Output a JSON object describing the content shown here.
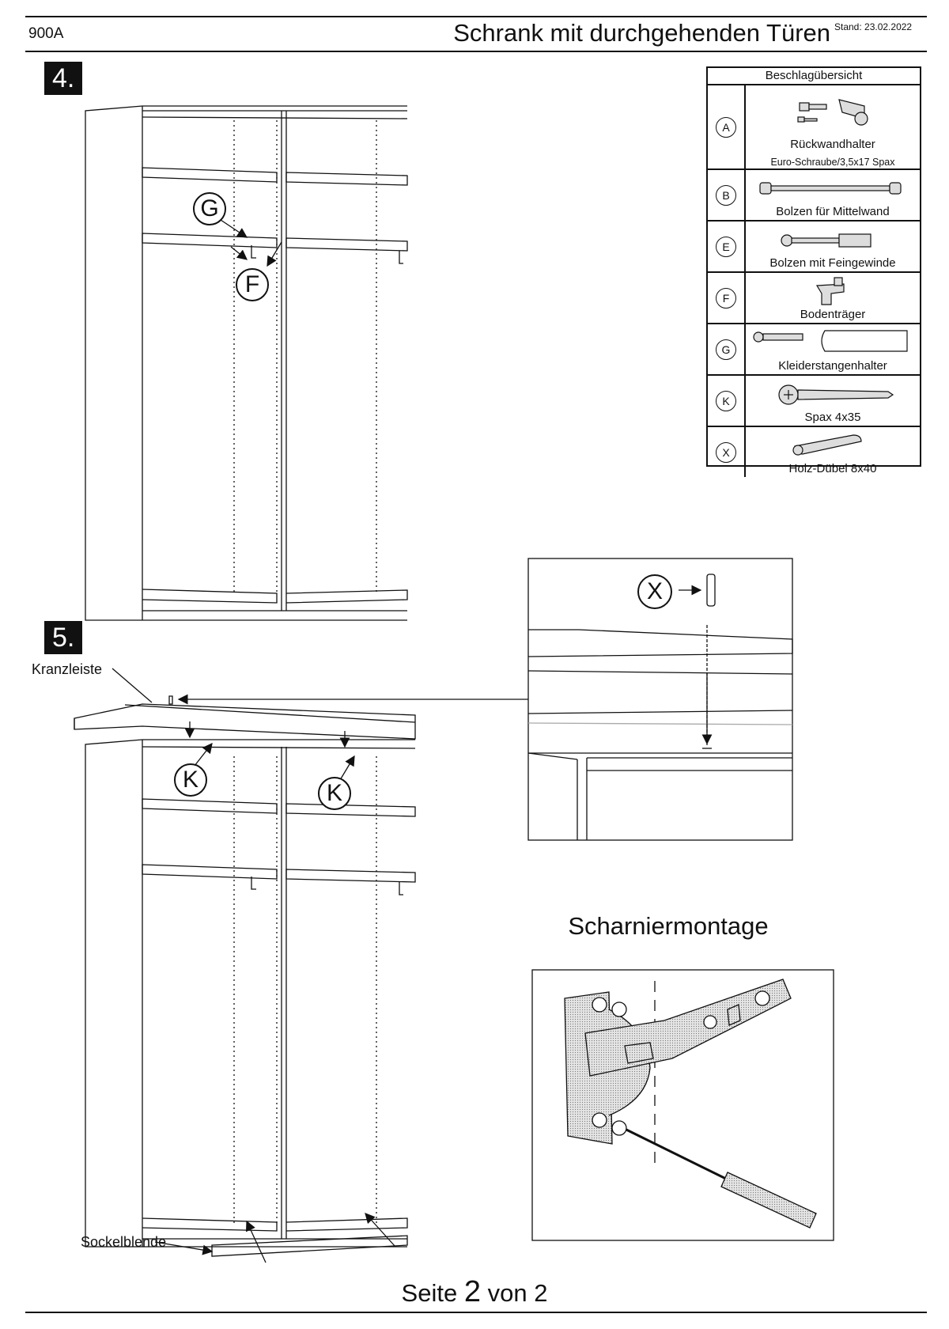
{
  "header": {
    "code": "900A",
    "title": "Schrank mit durchgehenden Türen",
    "date": "Stand: 23.02.2022"
  },
  "steps": {
    "four": "4.",
    "five": "5."
  },
  "callouts": {
    "g": "G",
    "f": "F",
    "k": "K",
    "x": "X"
  },
  "labels": {
    "kranzleiste": "Kranzleiste",
    "sockelblende": "Sockelblende"
  },
  "overview": {
    "title": "Beschlagübersicht",
    "rows": [
      {
        "letter": "A",
        "name": "Rückwandhalter",
        "sub": "Euro-Schraube/3,5x17 Spax"
      },
      {
        "letter": "B",
        "name": "Bolzen für Mittelwand"
      },
      {
        "letter": "E",
        "name": "Bolzen mit Feingewinde"
      },
      {
        "letter": "F",
        "name": "Bodenträger"
      },
      {
        "letter": "G",
        "name": "Kleiderstangenhalter"
      },
      {
        "letter": "K",
        "name": "Spax 4x35"
      },
      {
        "letter": "X",
        "name": "Holz-Dübel 8x40"
      }
    ]
  },
  "hinge": {
    "title": "Scharniermontage"
  },
  "footer": {
    "prefix": "Seite",
    "page": "2",
    "suffix": "von 2"
  }
}
